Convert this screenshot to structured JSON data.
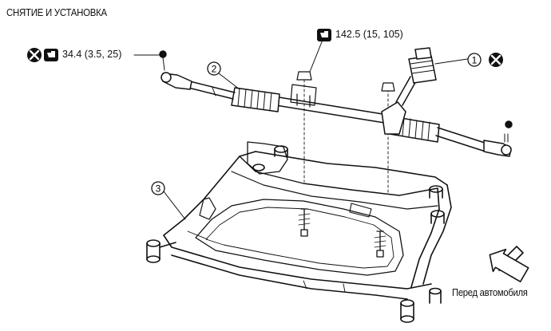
{
  "title": "СНЯТИЕ И УСТАНОВКА",
  "torque_upper": "142.5 (15, 105)",
  "torque_left": "34.4 (3.5, 25)",
  "callouts": [
    "1",
    "2",
    "3"
  ],
  "forward_label": "Перед автомобиля",
  "icons": {
    "no_reuse": "x-circle-icon",
    "torque": "torque-wrench-icon",
    "forward": "forward-arrow-icon"
  }
}
